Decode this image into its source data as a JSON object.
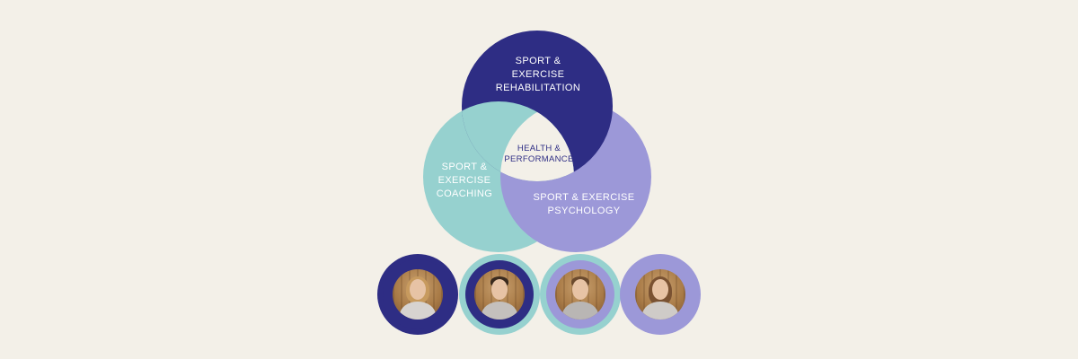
{
  "diagram": {
    "circles": [
      {
        "id": "rehabilitation",
        "label": "SPORT &\nEXERCISE\nREHABILITATION",
        "color": "#2e2d84"
      },
      {
        "id": "coaching",
        "label": "SPORT &\nEXERCISE\nCOACHING",
        "color": "#96d1cf"
      },
      {
        "id": "psychology",
        "label": "SPORT & EXERCISE\nPSYCHOLOGY",
        "color": "#9c98d8"
      }
    ],
    "center_label": "HEALTH &\nPERFORMANCE",
    "center_color": "#f3f0e8"
  },
  "team": [
    {
      "ring_outer": "#2e2d84",
      "ring_inner": "#2e2d84",
      "hair": "#c79a5e",
      "shirt": "#d7d3d0",
      "icon": "person-photo"
    },
    {
      "ring_outer": "#96d1cf",
      "ring_inner": "#2e2d84",
      "hair": "#3a2a1e",
      "shirt": "#c4c0bd",
      "icon": "person-photo"
    },
    {
      "ring_outer": "#96d1cf",
      "ring_inner": "#9c98d8",
      "hair": "#6b4a2e",
      "shirt": "#b9b6b4",
      "icon": "person-photo"
    },
    {
      "ring_outer": "#9c98d8",
      "ring_inner": "#9c98d8",
      "hair": "#7a5232",
      "shirt": "#cfcbc8",
      "icon": "person-photo"
    }
  ]
}
